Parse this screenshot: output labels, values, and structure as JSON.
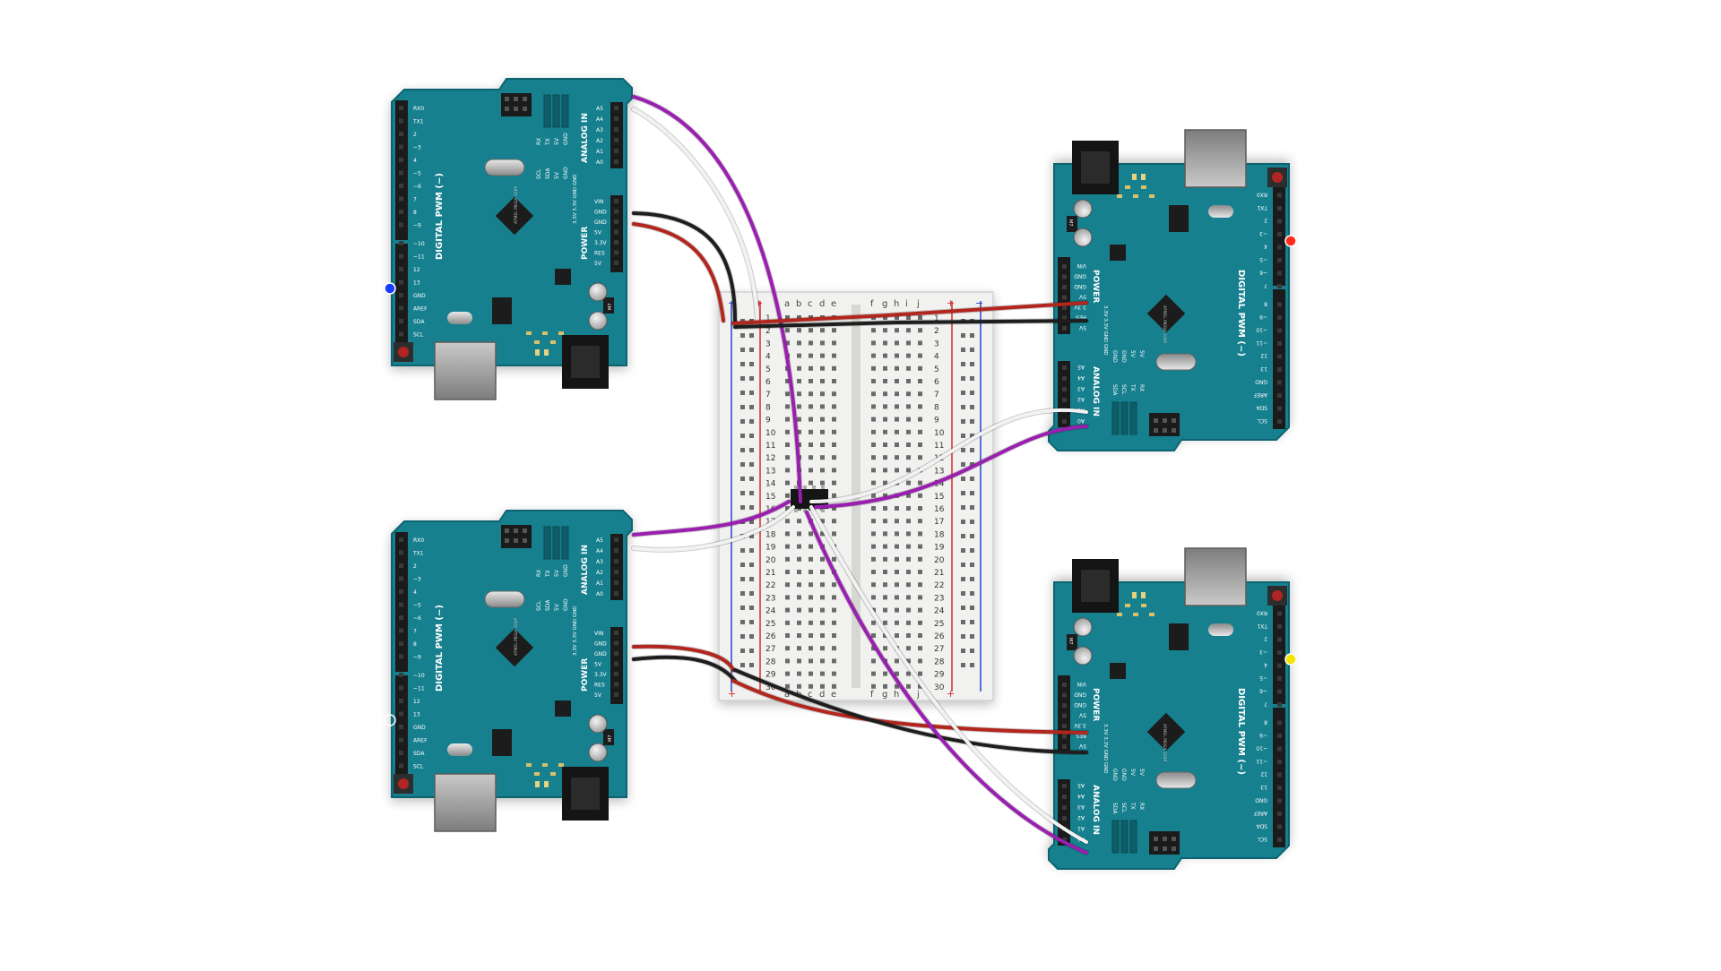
{
  "colors": {
    "board": "#16808f",
    "board_edge": "#0e6470",
    "header": "#1b1b1b",
    "wire_purple": "#9a1fb0",
    "wire_white": "#f2f2f2",
    "wire_black": "#1e1e1e",
    "wire_red": "#b3261e",
    "breadboard": "#f1f1ef",
    "rail_red": "#d32a2a",
    "rail_blue": "#2a44c8",
    "led_blue": "#1a3cff",
    "led_red": "#ff2a1a",
    "led_yellow": "#f5e400"
  },
  "board_left": {
    "digital_label": "DIGITAL PWM (~)",
    "digital_pins": [
      "RX0",
      "TX1",
      "2",
      "~3",
      "4",
      "~5",
      "~6",
      "7",
      "8",
      "~9",
      "~10",
      "~11",
      "12",
      "13",
      "GND",
      "AREF",
      "SDA",
      "SCL"
    ],
    "power_label": "POWER",
    "power_pins": [
      "VIN",
      "GND",
      "GND",
      "5V",
      "3.3V",
      "RES",
      "5V"
    ],
    "analog_label": "ANALOG IN",
    "analog_pins": [
      "A5",
      "A4",
      "A3",
      "A2",
      "A1",
      "A0"
    ],
    "icsp_labels": [
      "RX",
      "TX",
      "5V",
      "GND",
      "SCL",
      "SDA",
      "5V",
      "GND"
    ],
    "icsp_sub": "3.3V 3.3V GND GND",
    "chip_label": "ATMEL MEGA 328P",
    "reg_label": "M7"
  },
  "board_right": {
    "digital_label": "DIGITAL PWM (~)",
    "digital_pins": [
      "SCL",
      "SDA",
      "AREF",
      "GND",
      "13",
      "12",
      "~11",
      "~10",
      "~9",
      "8",
      "7",
      "~6",
      "~5",
      "4",
      "~3",
      "2",
      "TX1",
      "RX0"
    ],
    "power_label": "POWER",
    "power_pins": [
      "5V",
      "RES",
      "3.3V",
      "5V",
      "GND",
      "GND",
      "VIN"
    ],
    "analog_label": "ANALOG IN",
    "analog_pins": [
      "A0",
      "A1",
      "A2",
      "A3",
      "A4",
      "A5"
    ],
    "icsp_labels": [
      "RX",
      "TX",
      "SCL",
      "SDA",
      "5V",
      "5V",
      "GND",
      "GND"
    ],
    "icsp_sub": "3.3V 3.3V GND GND",
    "chip_label": "ATMEL MEGA 328P",
    "reg_label": "M7"
  },
  "breadboard": {
    "col_left": [
      "a",
      "b",
      "c",
      "d",
      "e"
    ],
    "col_right": [
      "f",
      "g",
      "h",
      "i",
      "j"
    ],
    "rows": [
      "1",
      "2",
      "3",
      "4",
      "5",
      "6",
      "7",
      "8",
      "9",
      "10",
      "11",
      "12",
      "13",
      "14",
      "15",
      "16",
      "17",
      "18",
      "19",
      "20",
      "21",
      "22",
      "23",
      "24",
      "25",
      "26",
      "27",
      "28",
      "29",
      "30"
    ],
    "rail_plus": "+",
    "rail_minus": "−"
  }
}
